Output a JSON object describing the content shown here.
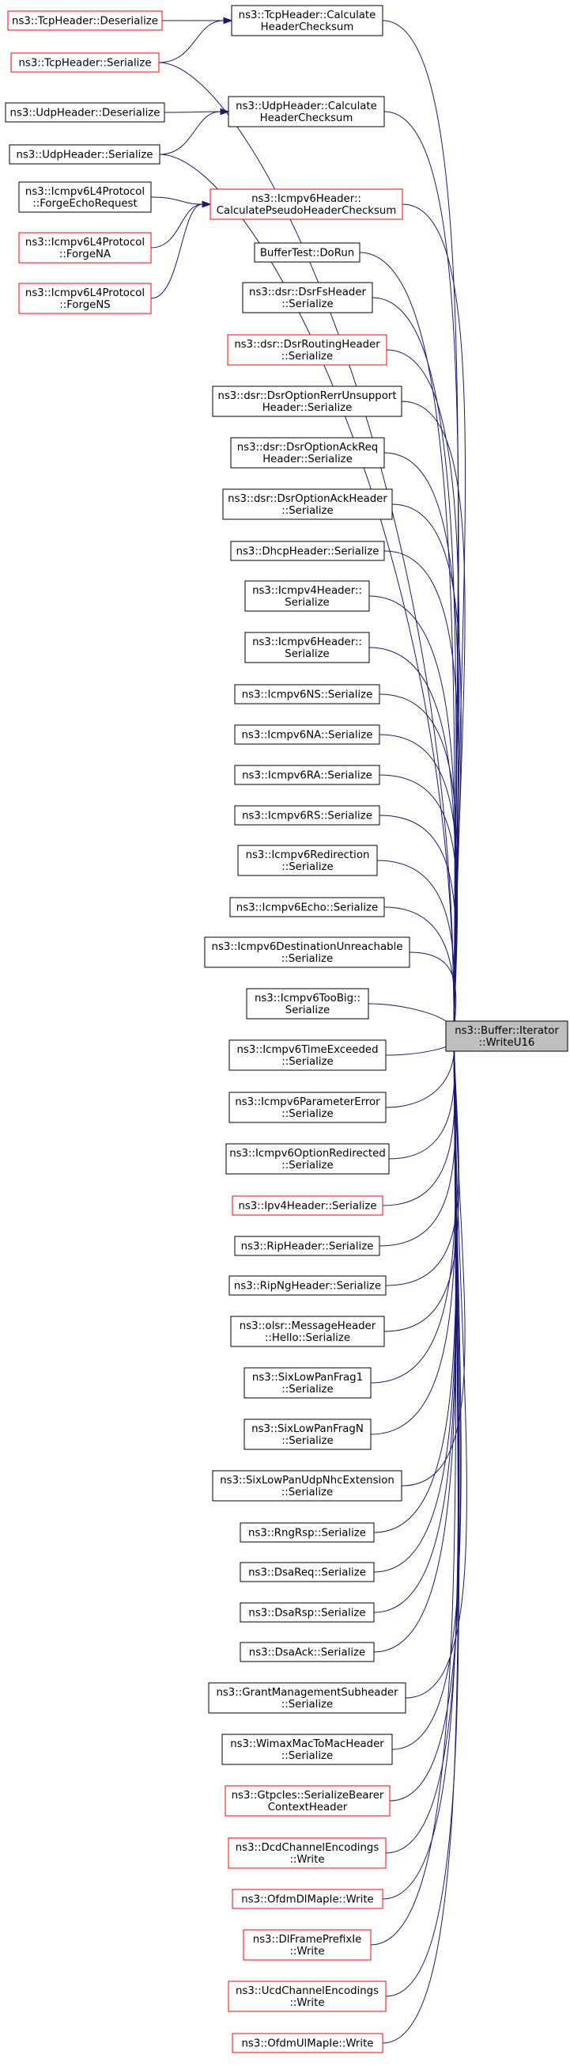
{
  "colors": {
    "edge": "#191970",
    "border_normal": "#000000",
    "border_truncated": "#ff0000",
    "target_fill": "#bfbfbf",
    "node_fill": "#ffffff"
  },
  "target": {
    "lines": [
      "ns3::Buffer::Iterator",
      "::WriteU16"
    ]
  },
  "nodes": [
    {
      "id": "tcp-calc",
      "lines": [
        "ns3::TcpHeader::Calculate",
        "HeaderChecksum"
      ],
      "truncated": false
    },
    {
      "id": "tcp-deser",
      "lines": [
        "ns3::TcpHeader::Deserialize"
      ],
      "truncated": true
    },
    {
      "id": "tcp-ser",
      "lines": [
        "ns3::TcpHeader::Serialize"
      ],
      "truncated": true
    },
    {
      "id": "udp-calc",
      "lines": [
        "ns3::UdpHeader::Calculate",
        "HeaderChecksum"
      ],
      "truncated": false
    },
    {
      "id": "udp-deser",
      "lines": [
        "ns3::UdpHeader::Deserialize"
      ],
      "truncated": false
    },
    {
      "id": "udp-ser",
      "lines": [
        "ns3::UdpHeader::Serialize"
      ],
      "truncated": false
    },
    {
      "id": "icmp6-pseudo",
      "lines": [
        "ns3::Icmpv6Header::",
        "CalculatePseudoHeaderChecksum"
      ],
      "truncated": true
    },
    {
      "id": "forge-echo",
      "lines": [
        "ns3::Icmpv6L4Protocol",
        "::ForgeEchoRequest"
      ],
      "truncated": false
    },
    {
      "id": "forge-na",
      "lines": [
        "ns3::Icmpv6L4Protocol",
        "::ForgeNA"
      ],
      "truncated": true
    },
    {
      "id": "forge-ns",
      "lines": [
        "ns3::Icmpv6L4Protocol",
        "::ForgeNS"
      ],
      "truncated": true
    },
    {
      "id": "buffertest",
      "lines": [
        "BufferTest::DoRun"
      ],
      "truncated": false
    },
    {
      "id": "dsr-fs",
      "lines": [
        "ns3::dsr::DsrFsHeader",
        "::Serialize"
      ],
      "truncated": false
    },
    {
      "id": "dsr-routing",
      "lines": [
        "ns3::dsr::DsrRoutingHeader",
        "::Serialize"
      ],
      "truncated": true
    },
    {
      "id": "dsr-rerr",
      "lines": [
        "ns3::dsr::DsrOptionRerrUnsupport",
        "Header::Serialize"
      ],
      "truncated": false
    },
    {
      "id": "dsr-ackreq",
      "lines": [
        "ns3::dsr::DsrOptionAckReq",
        "Header::Serialize"
      ],
      "truncated": false
    },
    {
      "id": "dsr-ack",
      "lines": [
        "ns3::dsr::DsrOptionAckHeader",
        "::Serialize"
      ],
      "truncated": false
    },
    {
      "id": "dhcp",
      "lines": [
        "ns3::DhcpHeader::Serialize"
      ],
      "truncated": false
    },
    {
      "id": "icmp4",
      "lines": [
        "ns3::Icmpv4Header::",
        "Serialize"
      ],
      "truncated": false
    },
    {
      "id": "icmp6",
      "lines": [
        "ns3::Icmpv6Header::",
        "Serialize"
      ],
      "truncated": false
    },
    {
      "id": "icmp6-ns",
      "lines": [
        "ns3::Icmpv6NS::Serialize"
      ],
      "truncated": false
    },
    {
      "id": "icmp6-na",
      "lines": [
        "ns3::Icmpv6NA::Serialize"
      ],
      "truncated": false
    },
    {
      "id": "icmp6-ra",
      "lines": [
        "ns3::Icmpv6RA::Serialize"
      ],
      "truncated": false
    },
    {
      "id": "icmp6-rs",
      "lines": [
        "ns3::Icmpv6RS::Serialize"
      ],
      "truncated": false
    },
    {
      "id": "icmp6-redir",
      "lines": [
        "ns3::Icmpv6Redirection",
        "::Serialize"
      ],
      "truncated": false
    },
    {
      "id": "icmp6-echo",
      "lines": [
        "ns3::Icmpv6Echo::Serialize"
      ],
      "truncated": false
    },
    {
      "id": "icmp6-destunr",
      "lines": [
        "ns3::Icmpv6DestinationUnreachable",
        "::Serialize"
      ],
      "truncated": false
    },
    {
      "id": "icmp6-toobig",
      "lines": [
        "ns3::Icmpv6TooBig::",
        "Serialize"
      ],
      "truncated": false
    },
    {
      "id": "icmp6-timeexc",
      "lines": [
        "ns3::Icmpv6TimeExceeded",
        "::Serialize"
      ],
      "truncated": false
    },
    {
      "id": "icmp6-paramerr",
      "lines": [
        "ns3::Icmpv6ParameterError",
        "::Serialize"
      ],
      "truncated": false
    },
    {
      "id": "icmp6-optredir",
      "lines": [
        "ns3::Icmpv6OptionRedirected",
        "::Serialize"
      ],
      "truncated": false
    },
    {
      "id": "ipv4",
      "lines": [
        "ns3::Ipv4Header::Serialize"
      ],
      "truncated": true
    },
    {
      "id": "rip",
      "lines": [
        "ns3::RipHeader::Serialize"
      ],
      "truncated": false
    },
    {
      "id": "ripng",
      "lines": [
        "ns3::RipNgHeader::Serialize"
      ],
      "truncated": false
    },
    {
      "id": "olsr-hello",
      "lines": [
        "ns3::olsr::MessageHeader",
        "::Hello::Serialize"
      ],
      "truncated": false
    },
    {
      "id": "sixlow-frag1",
      "lines": [
        "ns3::SixLowPanFrag1",
        "::Serialize"
      ],
      "truncated": false
    },
    {
      "id": "sixlow-fragn",
      "lines": [
        "ns3::SixLowPanFragN",
        "::Serialize"
      ],
      "truncated": false
    },
    {
      "id": "sixlow-udpnhc",
      "lines": [
        "ns3::SixLowPanUdpNhcExtension",
        "::Serialize"
      ],
      "truncated": false
    },
    {
      "id": "rngrsp",
      "lines": [
        "ns3::RngRsp::Serialize"
      ],
      "truncated": false
    },
    {
      "id": "dsareq",
      "lines": [
        "ns3::DsaReq::Serialize"
      ],
      "truncated": false
    },
    {
      "id": "dsarsp",
      "lines": [
        "ns3::DsaRsp::Serialize"
      ],
      "truncated": false
    },
    {
      "id": "dsaack",
      "lines": [
        "ns3::DsaAck::Serialize"
      ],
      "truncated": false
    },
    {
      "id": "grantmgmt",
      "lines": [
        "ns3::GrantManagementSubheader",
        "::Serialize"
      ],
      "truncated": false
    },
    {
      "id": "wimax-mac",
      "lines": [
        "ns3::WimaxMacToMacHeader",
        "::Serialize"
      ],
      "truncated": false
    },
    {
      "id": "gtpcies",
      "lines": [
        "ns3::GtpcIes::SerializeBearer",
        "ContextHeader"
      ],
      "truncated": true
    },
    {
      "id": "dcd-enc",
      "lines": [
        "ns3::DcdChannelEncodings",
        "::Write"
      ],
      "truncated": true
    },
    {
      "id": "ofdm-dl",
      "lines": [
        "ns3::OfdmDlMapIe::Write"
      ],
      "truncated": true
    },
    {
      "id": "dlframe",
      "lines": [
        "ns3::DlFramePrefixIe",
        "::Write"
      ],
      "truncated": true
    },
    {
      "id": "ucd-enc",
      "lines": [
        "ns3::UcdChannelEncodings",
        "::Write"
      ],
      "truncated": true
    },
    {
      "id": "ofdm-ul",
      "lines": [
        "ns3::OfdmUlMapIe::Write"
      ],
      "truncated": true
    }
  ],
  "edges": [
    [
      "tcp-calc",
      "target"
    ],
    [
      "tcp-ser",
      "target"
    ],
    [
      "udp-calc",
      "target"
    ],
    [
      "udp-ser",
      "target"
    ],
    [
      "icmp6-pseudo",
      "target"
    ],
    [
      "buffertest",
      "target"
    ],
    [
      "dsr-fs",
      "target"
    ],
    [
      "dsr-routing",
      "target"
    ],
    [
      "dsr-rerr",
      "target"
    ],
    [
      "dsr-ackreq",
      "target"
    ],
    [
      "dsr-ack",
      "target"
    ],
    [
      "dhcp",
      "target"
    ],
    [
      "icmp4",
      "target"
    ],
    [
      "icmp6",
      "target"
    ],
    [
      "icmp6-ns",
      "target"
    ],
    [
      "icmp6-na",
      "target"
    ],
    [
      "icmp6-ra",
      "target"
    ],
    [
      "icmp6-rs",
      "target"
    ],
    [
      "icmp6-redir",
      "target"
    ],
    [
      "icmp6-echo",
      "target"
    ],
    [
      "icmp6-destunr",
      "target"
    ],
    [
      "icmp6-toobig",
      "target"
    ],
    [
      "icmp6-timeexc",
      "target"
    ],
    [
      "icmp6-paramerr",
      "target"
    ],
    [
      "icmp6-optredir",
      "target"
    ],
    [
      "ipv4",
      "target"
    ],
    [
      "rip",
      "target"
    ],
    [
      "ripng",
      "target"
    ],
    [
      "olsr-hello",
      "target"
    ],
    [
      "sixlow-frag1",
      "target"
    ],
    [
      "sixlow-fragn",
      "target"
    ],
    [
      "sixlow-udpnhc",
      "target"
    ],
    [
      "rngrsp",
      "target"
    ],
    [
      "dsareq",
      "target"
    ],
    [
      "dsarsp",
      "target"
    ],
    [
      "dsaack",
      "target"
    ],
    [
      "grantmgmt",
      "target"
    ],
    [
      "wimax-mac",
      "target"
    ],
    [
      "gtpcies",
      "target"
    ],
    [
      "dcd-enc",
      "target"
    ],
    [
      "ofdm-dl",
      "target"
    ],
    [
      "dlframe",
      "target"
    ],
    [
      "ucd-enc",
      "target"
    ],
    [
      "ofdm-ul",
      "target"
    ],
    [
      "tcp-deser",
      "tcp-calc"
    ],
    [
      "tcp-ser",
      "tcp-calc"
    ],
    [
      "udp-deser",
      "udp-calc"
    ],
    [
      "udp-ser",
      "udp-calc"
    ],
    [
      "forge-echo",
      "icmp6-pseudo"
    ],
    [
      "forge-na",
      "icmp6-pseudo"
    ],
    [
      "forge-ns",
      "icmp6-pseudo"
    ]
  ]
}
